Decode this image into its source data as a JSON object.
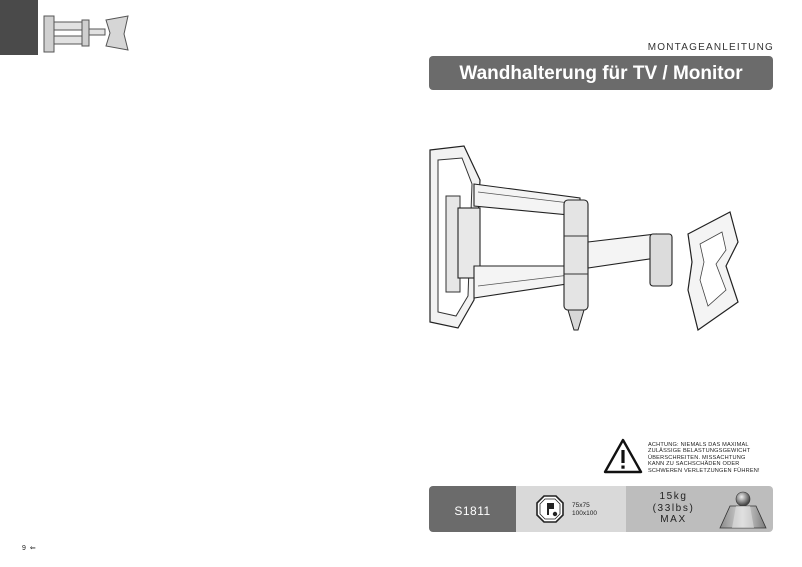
{
  "header": {
    "label": "MONTAGEANLEITUNG",
    "title": "Wandhalterung für TV / Monitor"
  },
  "warning": {
    "icon": "warning-triangle-icon",
    "lines": [
      "ACHTUNG: NIEMALS DAS MAXIMAL",
      "ZULÄSSIGE BELASTUNGSGEWICHT",
      "ÜBERSCHREITEN. MISSACHTUNG",
      "KANN ZU SACHSCHÄDEN ODER",
      "SCHWEREN VERLETZUNGEN FÜHREN!"
    ]
  },
  "specs": {
    "model": "S1811",
    "vesa_line1": "75x75",
    "vesa_line2": "100x100",
    "load_line1": "15kg",
    "load_line2": "(33lbs)",
    "load_line3": "MAX"
  },
  "page": {
    "number": "9",
    "arrow": "⇐"
  },
  "colors": {
    "bar_dark": "#6b6b6b",
    "bar_light": "#d9d9d9",
    "bar_mid": "#bdbdbd",
    "thumb_block": "#4a4a4a"
  }
}
